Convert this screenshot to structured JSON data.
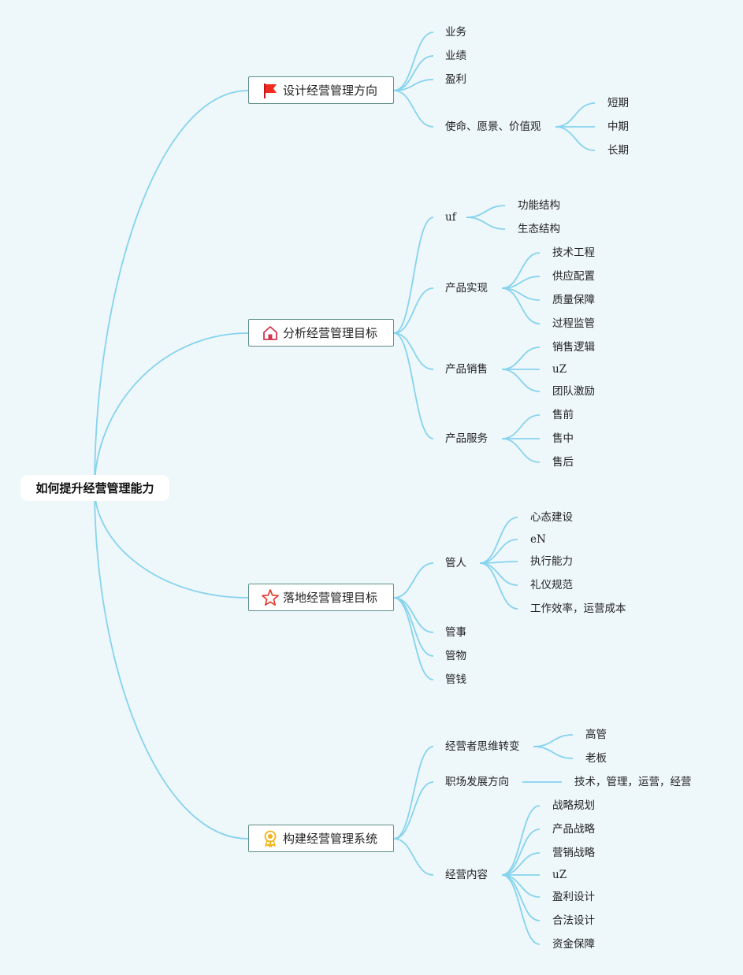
{
  "root": "如何提升经营管理能力",
  "branches": [
    {
      "title": "设计经营管理方向",
      "icon": "red-flag-icon",
      "children": [
        {
          "label": "业务"
        },
        {
          "label": "业绩"
        },
        {
          "label": "盈利"
        },
        {
          "label": "使命、愿景、价值观",
          "children": [
            "短期",
            "中期",
            "长期"
          ]
        }
      ]
    },
    {
      "title": "分析经营管理目标",
      "icon": "house-icon",
      "children": [
        {
          "label": "uf",
          "children": [
            "功能结构",
            "生态结构"
          ]
        },
        {
          "label": "产品实现",
          "children": [
            "技术工程",
            "供应配置",
            "质量保障",
            "过程监管"
          ]
        },
        {
          "label": "产品销售",
          "children": [
            "销售逻辑",
            "uZ",
            "团队激励"
          ]
        },
        {
          "label": "产品服务",
          "children": [
            "售前",
            "售中",
            "售后"
          ]
        }
      ]
    },
    {
      "title": "落地经营管理目标",
      "icon": "star-icon",
      "children": [
        {
          "label": "管人",
          "children": [
            "心态建设",
            "eN",
            "执行能力",
            "礼仪规范",
            "工作效率，运营成本"
          ]
        },
        {
          "label": "管事"
        },
        {
          "label": "管物"
        },
        {
          "label": "管钱"
        }
      ]
    },
    {
      "title": "构建经营管理系统",
      "icon": "medal-icon",
      "children": [
        {
          "label": "经营者思维转变",
          "children": [
            "高管",
            "老板"
          ]
        },
        {
          "label": "职场发展方向",
          "children": [
            "技术，管理，运营，经营"
          ]
        },
        {
          "label": "经营内容",
          "children": [
            "战略规划",
            "产品战略",
            "营销战略",
            "uZ",
            "盈利设计",
            "合法设计",
            "资金保障"
          ]
        }
      ]
    }
  ],
  "colors": {
    "line": "#86d3ee",
    "background": "#eef7fa",
    "box_border": "#5b8f86"
  }
}
